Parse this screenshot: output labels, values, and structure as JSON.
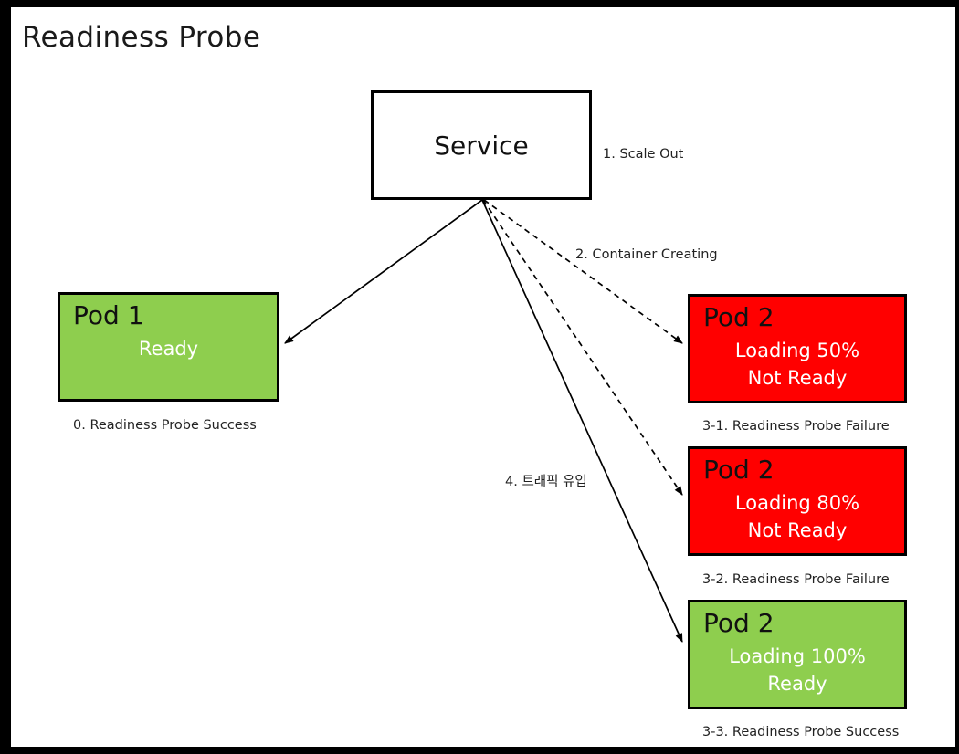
{
  "diagram": {
    "title": "Readiness Probe",
    "colors": {
      "ready": "#8ECE4E",
      "not_ready": "#FF0000",
      "service": "#FFFFFF",
      "stroke": "#000000",
      "frame": "#000000"
    },
    "service": {
      "label": "Service"
    },
    "nodes": [
      {
        "id": "pod-1",
        "title": "Pod 1",
        "lines": [
          "Ready"
        ],
        "state": "ready",
        "caption": "0. Readiness Probe Success"
      },
      {
        "id": "pod-2a",
        "title": "Pod 2",
        "lines": [
          "Loading 50%",
          "Not Ready"
        ],
        "state": "not-ready",
        "caption": "3-1. Readiness Probe Failure"
      },
      {
        "id": "pod-2b",
        "title": "Pod 2",
        "lines": [
          "Loading 80%",
          "Not Ready"
        ],
        "state": "not-ready",
        "caption": "3-2. Readiness Probe Failure"
      },
      {
        "id": "pod-2c",
        "title": "Pod 2",
        "lines": [
          "Loading 100%",
          "Ready"
        ],
        "state": "ready",
        "caption": "3-3. Readiness Probe Success"
      }
    ],
    "edges": [
      {
        "id": "edge-scale-out",
        "label": "1. Scale Out",
        "style": "none"
      },
      {
        "id": "edge-container",
        "label": "2. Container Creating",
        "style": "dashed"
      },
      {
        "id": "edge-traffic",
        "label": "4. 트래픽 유입",
        "style": "solid"
      }
    ]
  }
}
